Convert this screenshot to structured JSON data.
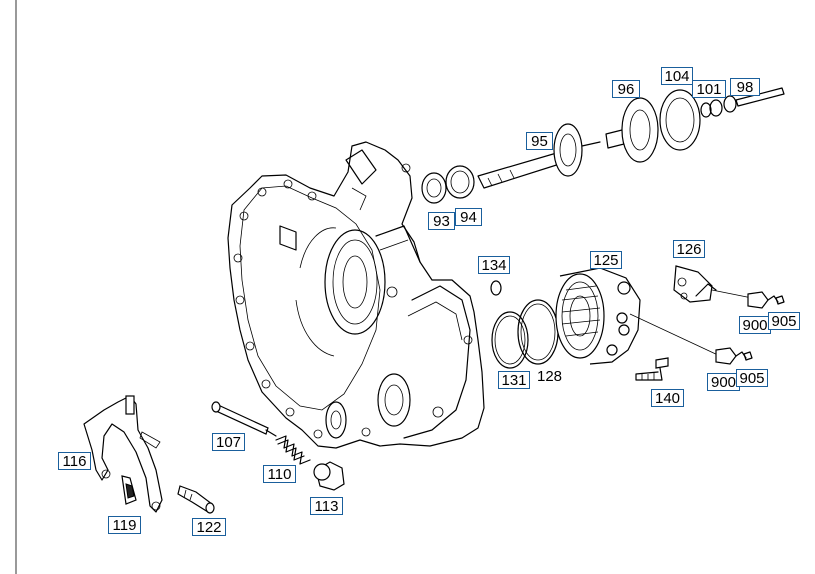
{
  "callouts": {
    "p93": "93",
    "p94": "94",
    "p95": "95",
    "p96": "96",
    "p98": "98",
    "p101": "101",
    "p104": "104",
    "p107": "107",
    "p110": "110",
    "p113": "113",
    "p116": "116",
    "p119": "119",
    "p122": "122",
    "p125": "125",
    "p126": "126",
    "p131": "131",
    "p134": "134",
    "p140": "140",
    "p900a": "900",
    "p905a": "905",
    "p900b": "900",
    "p905b": "905"
  },
  "labels": {
    "p128": "128"
  },
  "colors": {
    "callout_border": "#1a5f9c",
    "line": "#000000",
    "background": "#ffffff"
  }
}
